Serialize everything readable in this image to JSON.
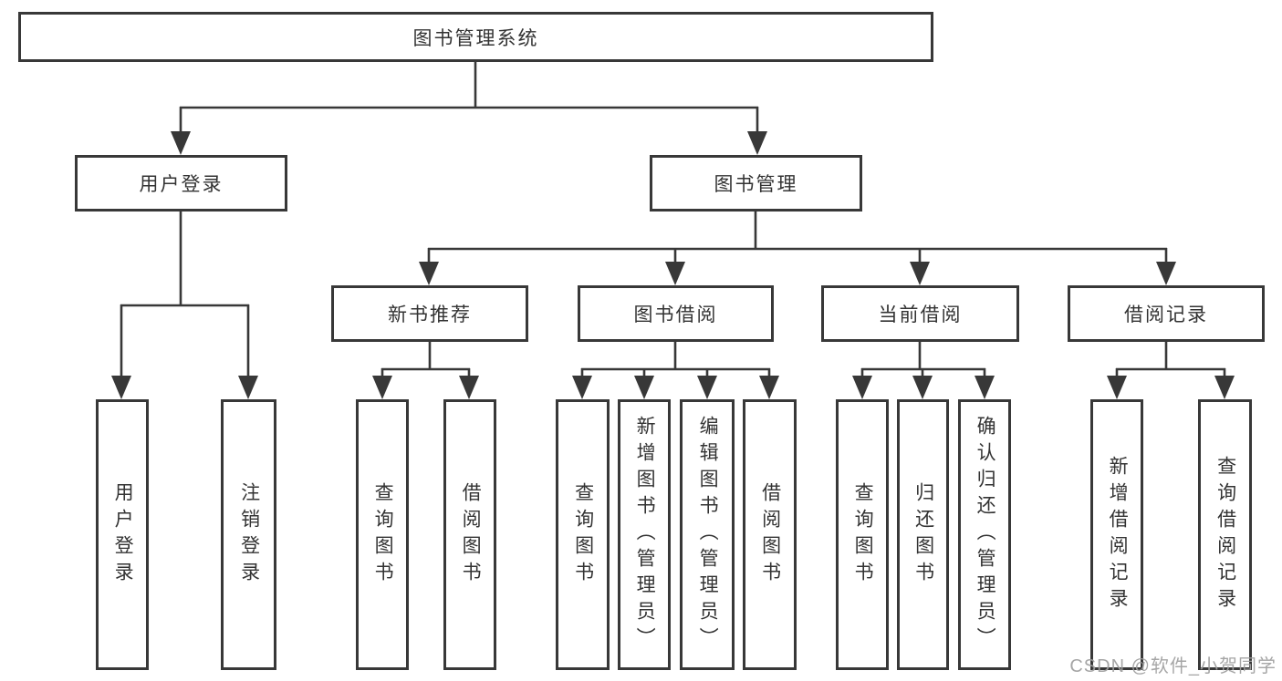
{
  "diagram": {
    "root": {
      "label": "图书管理系统"
    },
    "level2": [
      {
        "label": "用户登录"
      },
      {
        "label": "图书管理"
      }
    ],
    "level3": [
      {
        "label": "新书推荐"
      },
      {
        "label": "图书借阅"
      },
      {
        "label": "当前借阅"
      },
      {
        "label": "借阅记录"
      }
    ],
    "leaves": [
      {
        "label": "用户登录"
      },
      {
        "label": "注销登录"
      },
      {
        "label": "查询图书"
      },
      {
        "label": "借阅图书"
      },
      {
        "label": "查询图书"
      },
      {
        "label": "新增图书（管理员）"
      },
      {
        "label": "编辑图书（管理员）"
      },
      {
        "label": "借阅图书"
      },
      {
        "label": "查询图书"
      },
      {
        "label": "归还图书"
      },
      {
        "label": "确认归还（管理员）"
      },
      {
        "label": "新增借阅记录"
      },
      {
        "label": "查询借阅记录"
      }
    ]
  },
  "watermark": {
    "text": "CSDN @软件_小贺同学"
  },
  "colors": {
    "line": "#383838",
    "text": "#333333",
    "background": "#ffffff",
    "watermark": "#9e9e9e"
  }
}
